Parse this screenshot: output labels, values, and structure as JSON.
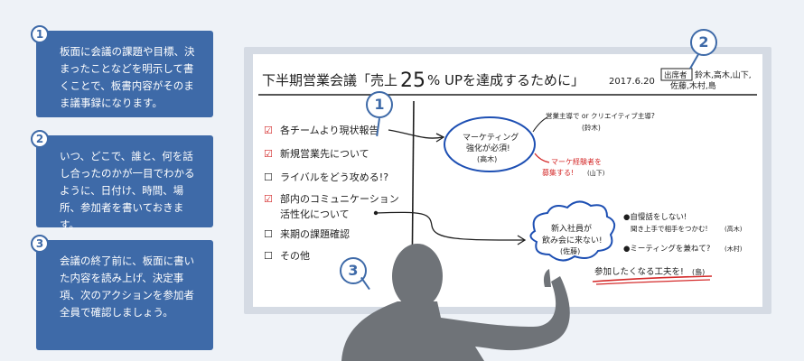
{
  "steps": [
    {
      "num": "1",
      "text": "板面に会議の課題や目標、決まったことなどを明示して書くことで、板書内容がそのまま議事録になります。"
    },
    {
      "num": "2",
      "text": "いつ、どこで、誰と、何を話し合ったのかが一目でわかるように、日付け、時間、場所、参加者を書いておきます。"
    },
    {
      "num": "3",
      "text": "会議の終了前に、板面に書いた内容を読み上げ、決定事項、次のアクションを参加者全員で確認しましょう。"
    }
  ],
  "board": {
    "title_prefix": "下半期営業会議「売上",
    "title_big": "25",
    "title_suffix": "% UPを達成するために」",
    "date": "2017.6.20",
    "attendees_label": "出席者",
    "attendees_line1": "鈴木,高木,山下,",
    "attendees_line2": "佐藤,木村,島",
    "agenda": [
      {
        "mark": "☑",
        "text": "各チームより現状報告"
      },
      {
        "mark": "☑",
        "text": "新規営業先について"
      },
      {
        "mark": "☐",
        "text": "ライバルをどう攻める!?"
      },
      {
        "mark": "☑",
        "text": "部内のコミュニケーション"
      },
      {
        "mark": "",
        "text": "活性化について"
      },
      {
        "mark": "☐",
        "text": "来期の課題確認"
      },
      {
        "mark": "☐",
        "text": "その他"
      }
    ],
    "top_note": "営業主導で or クリエイティブ主導?",
    "top_note_name": "(鈴木)",
    "marketing_line1": "マーケティング",
    "marketing_line2": "強化が必須!",
    "marketing_name": "(高木)",
    "red_note_line1": "マーケ経験者を",
    "red_note_line2": "募集する!",
    "red_note_name": "(山下)",
    "cloud_line1": "新入社員が",
    "cloud_line2": "飲み会に来ない!",
    "cloud_name": "(佐藤)",
    "bullet1_line1": "●自慢話をしない!",
    "bullet1_line2": "聞き上手で相手をつかむ!",
    "bullet1_name": "(高木)",
    "bullet2": "●ミーティングを兼ねて?",
    "bullet2_name": "(木村)",
    "bottom_note": "参加したくなる工夫を!",
    "bottom_note_name": "(島)"
  },
  "callouts": [
    "1",
    "2",
    "3"
  ],
  "colors": {
    "accent": "#3e6aa8",
    "ink_blue": "#1d4fb3",
    "ink_red": "#d42a2a",
    "ink": "#1e1e1e"
  }
}
